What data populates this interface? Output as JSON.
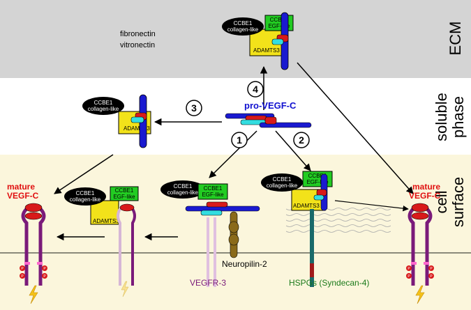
{
  "zones": {
    "ecm": "ECM",
    "soluble_line1": "soluble",
    "soluble_line2": "phase",
    "cell_line1": "cell",
    "cell_line2": "surface"
  },
  "matrix": {
    "line1": "fibronectin",
    "line2": "vitronectin"
  },
  "labels": {
    "ccbe1_line1": "CCBE1",
    "collagen_like": "collagen-like",
    "egf_line1": "CCBE1",
    "egf_line2": "EGF-like",
    "adamts3": "ADAMTS3",
    "pro_vegfc": "pro-VEGF-C",
    "mature_line1": "mature",
    "mature_line2": "VEGF-C",
    "neuropilin": "Neuropilin-2",
    "vegfr3": "VEGFR-3",
    "hspg": "HSPGs (Syndecan-4)",
    "p": "P"
  },
  "steps": [
    "1",
    "2",
    "3",
    "4"
  ],
  "colors": {
    "ecm_band": "#d4d4d4",
    "cell_band": "#fbf6dc",
    "membrane": "#8a8a7a",
    "pro_vegfc_text": "#1010d0",
    "mature_text": "#e01010",
    "vegfr3_text": "#7a1a7a",
    "hspg_text": "#1a7a1a",
    "ccbe1_black": "#000000",
    "egf_green": "#22cc22",
    "adamts3_yellow": "#f2e21a",
    "vegf_blue": "#1a1ad0",
    "vegf_red": "#d81a1a",
    "vegf_cyan": "#33dde0",
    "receptor_purple": "#7a1a7a",
    "neuropilin_brown": "#8a6a1a",
    "syndecan_teal": "#1a6a6a",
    "lightning": "#f4c21a"
  }
}
